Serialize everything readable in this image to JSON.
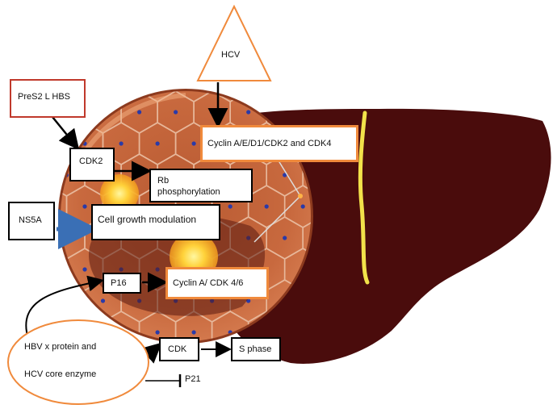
{
  "shapes": {
    "hcv_triangle": {
      "label": "HCV"
    },
    "pres2_box": {
      "label": "PreS2 L HBS"
    },
    "cdk2_box": {
      "label": "CDK2"
    },
    "ns5a_box": {
      "label": "NS5A"
    },
    "cyclin_aed_box": {
      "label": "Cyclin A/E/D1/CDK2  and CDK4"
    },
    "rb_box": {
      "label_line1": "Rb",
      "label_line2": "phosphorylation"
    },
    "cell_growth_box": {
      "label": "Cell growth modulation"
    },
    "p16_box": {
      "label": "P16"
    },
    "cyclin_a_box": {
      "label": "Cyclin A/ CDK 4/6"
    },
    "hbv_ellipse": {
      "label_line1": "HBV x protein and",
      "label_line2": "HCV core enzyme"
    },
    "cdk_box": {
      "label": "CDK"
    },
    "s_phase_box": {
      "label": "S phase"
    },
    "p21_label": {
      "label": "P21"
    }
  },
  "colors": {
    "liver": "#4a0c0c",
    "liver_ligament": "#f2e24a",
    "cell_fill": "#c8693e",
    "nucleus": "#2a3aa8",
    "box_border_orange": "#f08a3c",
    "box_border_red": "#c0392b",
    "arrow_blue": "#3a6fb5"
  }
}
